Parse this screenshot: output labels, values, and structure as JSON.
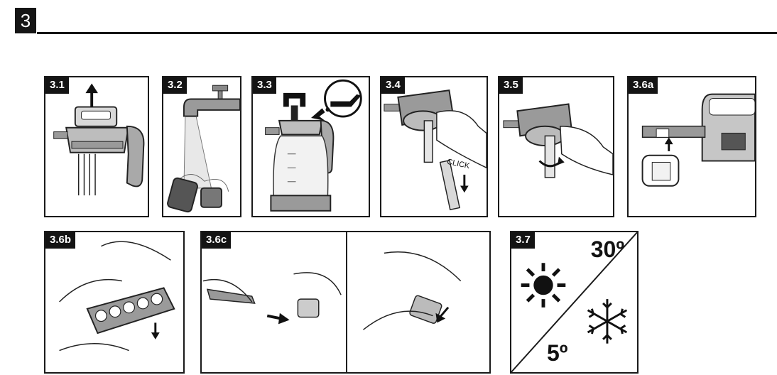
{
  "section": {
    "number": "3"
  },
  "panels": [
    {
      "label": "3.1"
    },
    {
      "label": "3.2"
    },
    {
      "label": "3.3"
    },
    {
      "label": "3.4",
      "callout": "CLICK"
    },
    {
      "label": "3.5"
    },
    {
      "label": "3.6a"
    },
    {
      "label": "3.6b"
    },
    {
      "label": "3.6c"
    },
    {
      "label": "3.7",
      "temp_high": "30º",
      "temp_low": "5º"
    }
  ],
  "icons": [
    "arrow-up-icon",
    "faucet-icon",
    "oil-can-icon",
    "arrow-down-icon",
    "rotate-arrow-icon",
    "sun-icon",
    "snowflake-icon"
  ]
}
